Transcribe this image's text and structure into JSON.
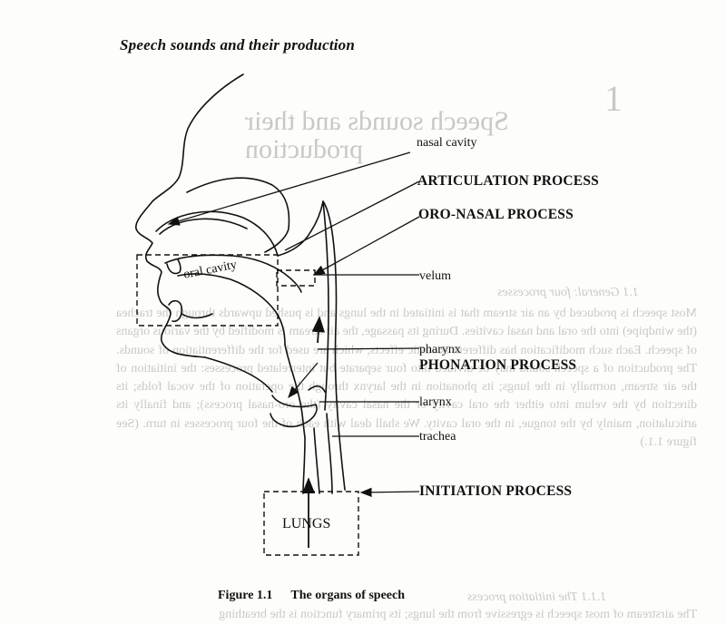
{
  "page": {
    "running_header": "Speech sounds and their production",
    "show_through": {
      "chapter_number": "1",
      "chapter_title": "Speech sounds and their production",
      "section_heading": "1.1 General: four processes",
      "body_text": "Most speech is produced by an air stream that is initiated in the lungs and is pushed upwards through the trachea (the windpipe) into the oral and nasal cavities. During its passage, the air stream is modified by the various organs of speech. Each such modification has different acoustic effects, which are used for the differentiation of sounds. The production of a speech sound may be divided into four separate but interrelated processes: the initiation of the air stream, normally in the lungs; its phonation in the larynx through the operation of the vocal folds; its direction by the velum into either the oral cavity or the nasal cavity (the oro-nasal process); and finally its articulation, mainly by the tongue, in the oral cavity. We shall deal with each of the four processes in turn. (See figure 1.1.)",
      "sub_heading": "1.1.1 The initiation process",
      "body_text_2": "The airstream of most speech is egressive from the lungs; its primary function is the breathing"
    }
  },
  "figure": {
    "labels": {
      "nasal_cavity": "nasal cavity",
      "articulation": "ARTICULATION PROCESS",
      "oro_nasal": "ORO-NASAL PROCESS",
      "velum": "velum",
      "oral_cavity": "oral cavity",
      "pharynx": "pharynx",
      "phonation": "PHONATION PROCESS",
      "larynx": "larynx",
      "trachea": "trachea",
      "initiation": "INITIATION PROCESS",
      "lungs": "LUNGS"
    },
    "caption_number": "Figure 1.1",
    "caption_text": "The organs of speech"
  },
  "colors": {
    "ink": "#111111",
    "paper": "#fdfdfb",
    "show_through": "#c9c9c3"
  }
}
